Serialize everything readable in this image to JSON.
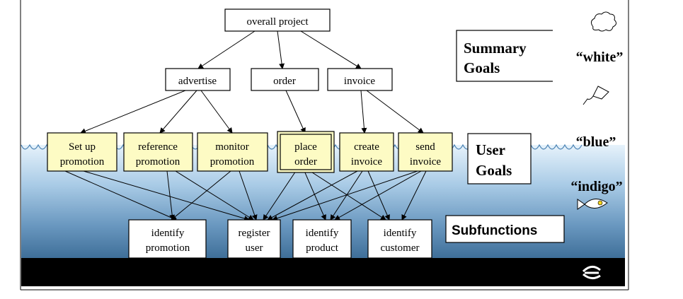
{
  "nodes": {
    "overall_project": "overall project",
    "advertise": "advertise",
    "order": "order",
    "invoice": "invoice",
    "setup_promotion": [
      "Set up",
      "promotion"
    ],
    "reference_promotion": [
      "reference",
      "promotion"
    ],
    "monitor_promotion": [
      "monitor",
      "promotion"
    ],
    "place_order": [
      "place",
      "order"
    ],
    "create_invoice": [
      "create",
      "invoice"
    ],
    "send_invoice": [
      "send",
      "invoice"
    ],
    "identify_promotion": [
      "identify",
      "promotion"
    ],
    "register_user": [
      "register",
      "user"
    ],
    "identify_product": [
      "identify",
      "product"
    ],
    "identify_customer": [
      "identify",
      "customer"
    ]
  },
  "legend": {
    "summary_goals": [
      "Summary",
      "Goals"
    ],
    "user_goals": [
      "User",
      "Goals"
    ],
    "subfunctions": "Subfunctions"
  },
  "levels": {
    "white": "“white”",
    "blue": "“blue”",
    "indigo": "“indigo”"
  },
  "icons": [
    "cloud-icon",
    "kite-icon",
    "wave-icon",
    "fish-icon",
    "clam-icon"
  ],
  "colors": {
    "user_goal_fill": "#fdfbc4",
    "sea_top": "#e4f1fb",
    "sea_bottom": "#3d6f99",
    "seabed": "#000000"
  }
}
